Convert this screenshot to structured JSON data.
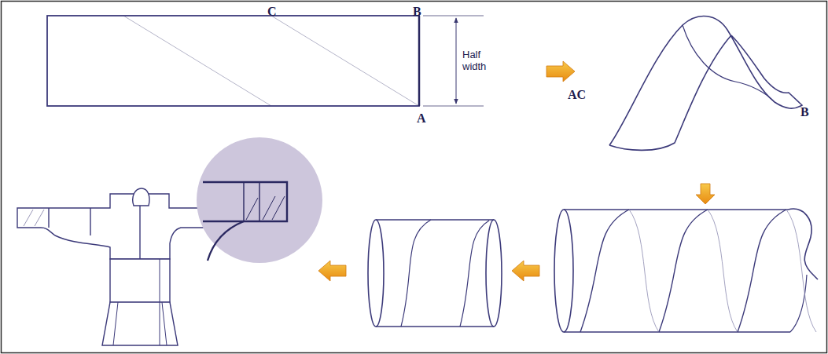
{
  "diagram": {
    "labels": [
      "C",
      "B",
      "Half width",
      "A",
      "AC",
      "B"
    ]
  }
}
